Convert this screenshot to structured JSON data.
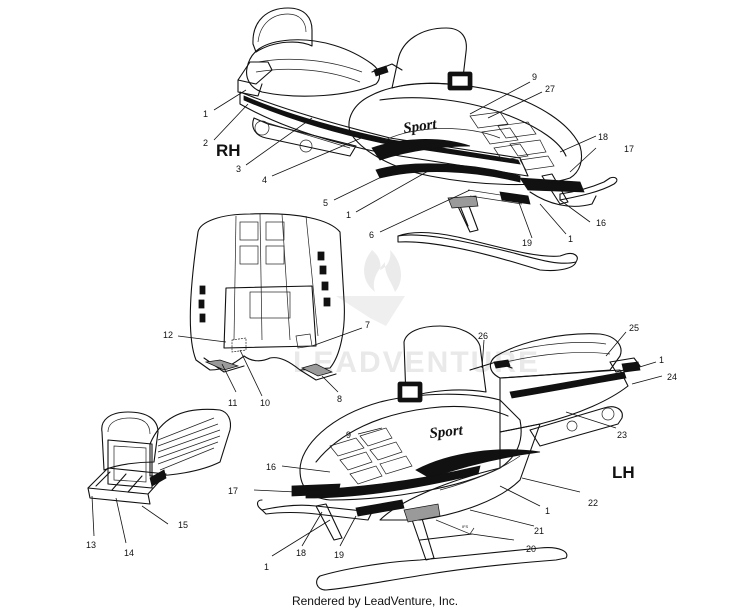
{
  "diagram": {
    "views": {
      "right_hand": "RH",
      "left_hand": "LH"
    },
    "decal_text": {
      "model_script": "Sport",
      "brand_small": "POLARIS"
    },
    "watermark": "LEADVENTURE",
    "callouts": [
      "1",
      "2",
      "3",
      "4",
      "5",
      "6",
      "7",
      "8",
      "9",
      "10",
      "11",
      "12",
      "13",
      "14",
      "15",
      "16",
      "17",
      "18",
      "19",
      "20",
      "21",
      "22",
      "23",
      "24",
      "25",
      "26",
      "27"
    ],
    "footer": "Rendered by LeadVenture, Inc."
  }
}
